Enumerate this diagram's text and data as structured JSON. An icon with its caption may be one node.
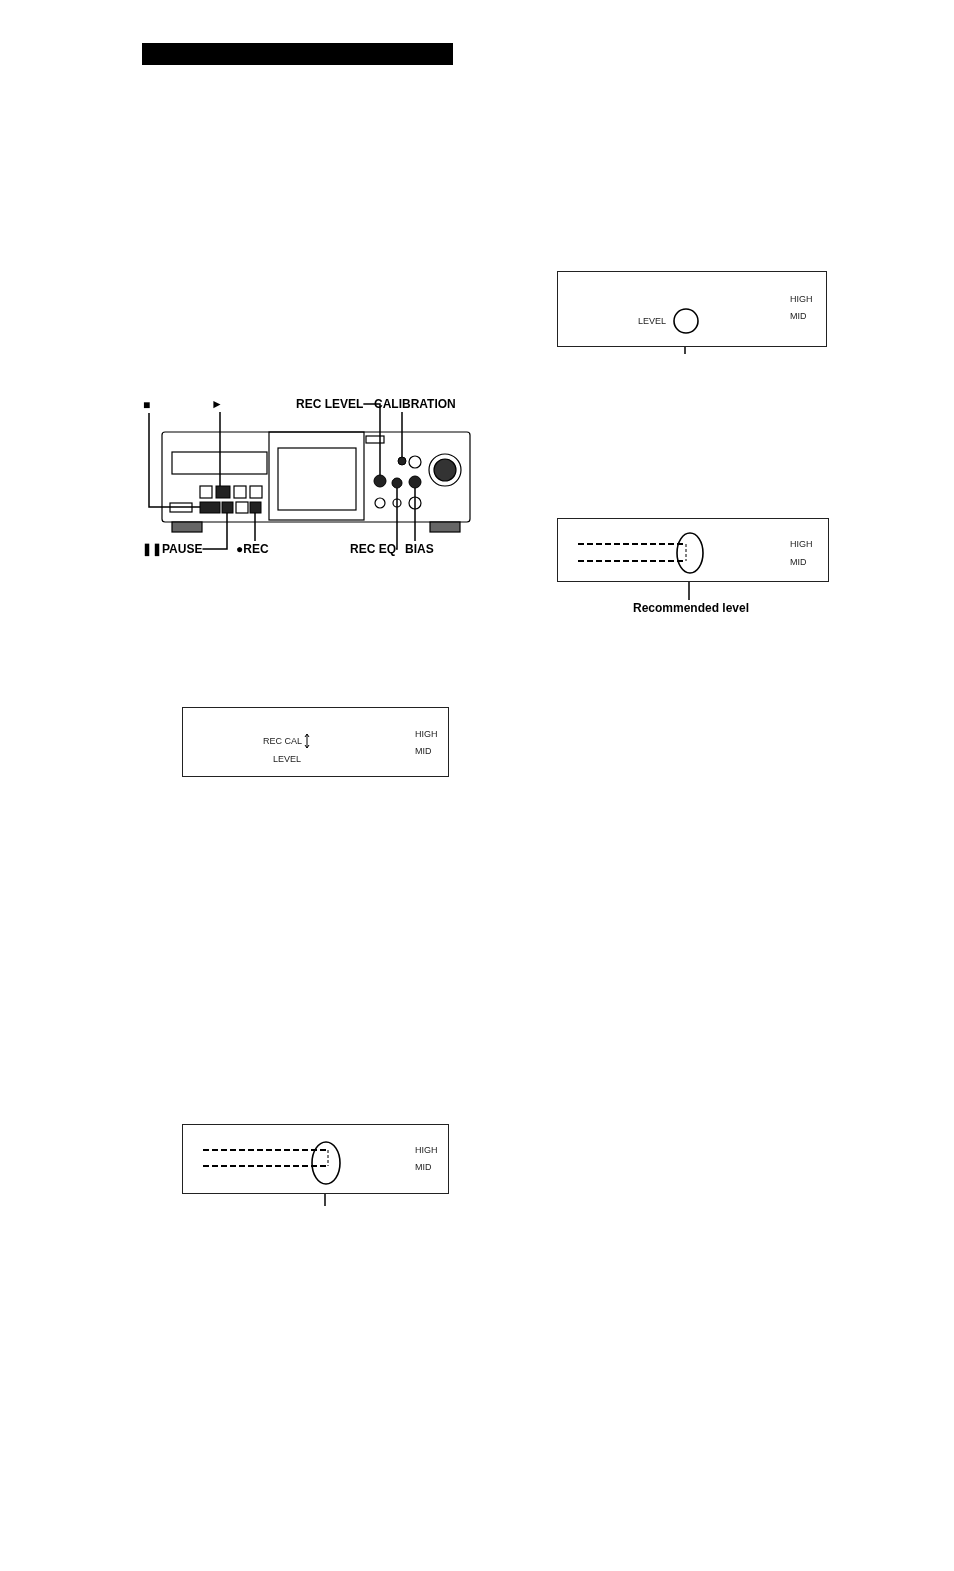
{
  "diagram": {
    "nodes": [
      {
        "text": [
          "■"
        ]
      },
      {
        "text": [
          "►"
        ]
      },
      {
        "text": [
          "REC LEVEL"
        ]
      },
      {
        "text": [
          "CALIBRATION"
        ]
      },
      {
        "text": [],
        "shape": "box"
      },
      {
        "text": [],
        "shape": "box"
      },
      {
        "text": [],
        "shape": "circle"
      },
      {
        "text": [],
        "shape": "circle"
      },
      {
        "text": [],
        "shape": "box"
      },
      {
        "text": [],
        "shape": "box"
      },
      {
        "text": [],
        "shape": "circle"
      },
      {
        "text": [],
        "shape": "circle"
      },
      {
        "text": [
          "❚❚PAUSE"
        ]
      },
      {
        "text": [
          "●REC"
        ]
      },
      {
        "text": [
          "REC EQ"
        ]
      },
      {
        "text": [
          "BIAS"
        ]
      },
      {
        "text": [
          "REC CAL",
          "LEVEL",
          "HIGH",
          "MID"
        ]
      },
      {
        "text": [
          "HIGH",
          "MID"
        ]
      },
      {
        "text": [],
        "shape": "circle",
        "in": 17
      },
      {
        "text": [
          "LEVEL",
          "HIGH",
          "MID"
        ]
      },
      {
        "text": [],
        "shape": "circle",
        "in": 19
      },
      {
        "text": [
          "HIGH",
          "MID"
        ]
      },
      {
        "text": [],
        "shape": "circle",
        "in": 21
      },
      {
        "text": [
          "Recommended level"
        ]
      },
      {
        "text": [],
        "shape": "bar"
      }
    ],
    "edges": [
      {
        "from": 0,
        "to": 4,
        "arrow": "none"
      },
      {
        "from": 1,
        "to": 5,
        "arrow": "none"
      },
      {
        "from": 2,
        "to": 6,
        "arrow": "none"
      },
      {
        "from": 3,
        "to": 7,
        "arrow": "none"
      },
      {
        "from": 12,
        "to": 8,
        "arrow": "none"
      },
      {
        "from": 13,
        "to": 9,
        "arrow": "none"
      },
      {
        "from": 14,
        "to": 10,
        "arrow": "none"
      },
      {
        "from": 15,
        "to": 11,
        "arrow": "none"
      },
      {
        "from": 18,
        "to": null,
        "arrow": "none"
      },
      {
        "from": 20,
        "to": null,
        "arrow": "none"
      },
      {
        "from": 22,
        "to": 23,
        "arrow": "none"
      }
    ]
  }
}
